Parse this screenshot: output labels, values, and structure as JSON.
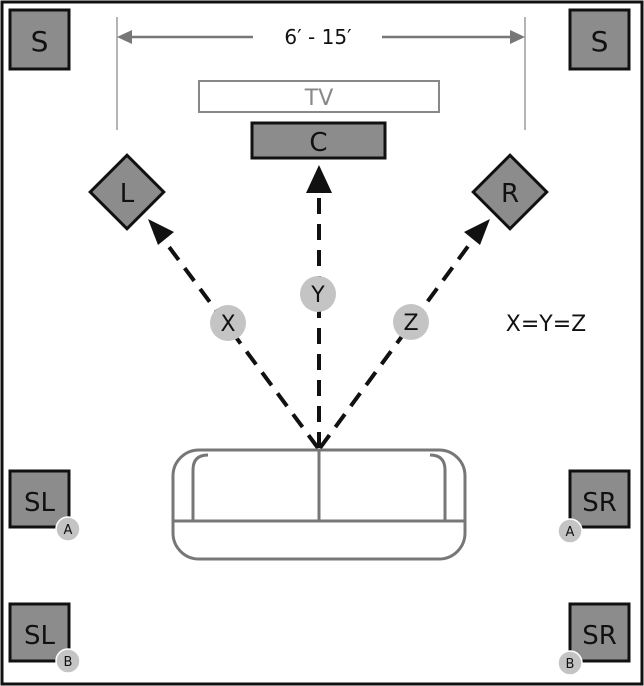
{
  "measurement": {
    "label": "6′ - 15′"
  },
  "tv": {
    "label": "TV"
  },
  "speakers": {
    "center": "C",
    "left": "L",
    "right": "R",
    "sub_left": "S",
    "sub_right": "S",
    "surround_left_a": "SL",
    "surround_left_b": "SL",
    "surround_right_a": "SR",
    "surround_right_b": "SR"
  },
  "badges": {
    "a": "A",
    "b": "B"
  },
  "distances": {
    "x": "X",
    "y": "Y",
    "z": "Z"
  },
  "equation": "X=Y=Z",
  "colors": {
    "speaker_fill": "#8c8c8c",
    "badge_fill": "#c4c4c4",
    "border": "#111111",
    "sofa_stroke": "#777777",
    "guide_line": "#9a9a9a"
  }
}
